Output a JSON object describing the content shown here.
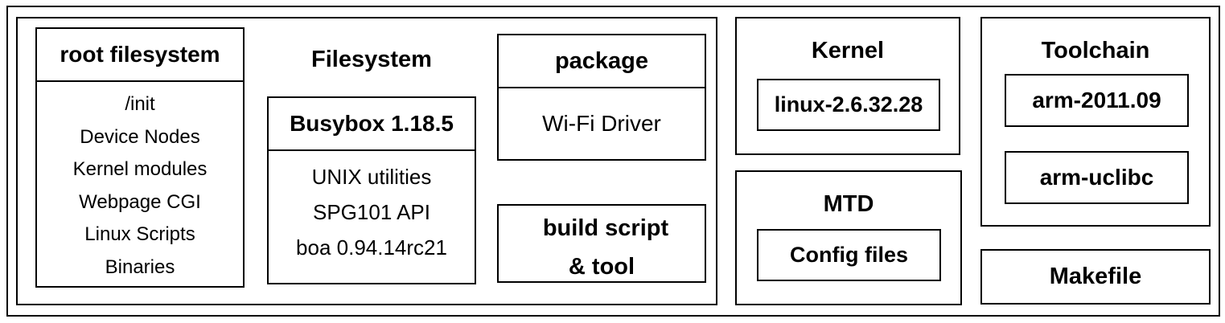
{
  "filesystem_group": {
    "title": "Filesystem",
    "root_filesystem": {
      "title": "root filesystem",
      "items": [
        "/init",
        "Device Nodes",
        "Kernel modules",
        "Webpage CGI",
        "Linux Scripts",
        "Binaries"
      ]
    },
    "busybox": {
      "title": "Busybox 1.18.5",
      "items": [
        "UNIX utilities",
        "SPG101 API",
        "boa 0.94.14rc21"
      ]
    },
    "package": {
      "title": "package",
      "item": "Wi-Fi Driver"
    },
    "build_script": {
      "line1": "build script",
      "line2": "& tool"
    }
  },
  "kernel": {
    "title": "Kernel",
    "version": "linux-2.6.32.28"
  },
  "mtd": {
    "title": "MTD",
    "item": "Config files"
  },
  "toolchain": {
    "title": "Toolchain",
    "items": [
      "arm-2011.09",
      "arm-uclibc"
    ]
  },
  "makefile": {
    "title": "Makefile"
  }
}
